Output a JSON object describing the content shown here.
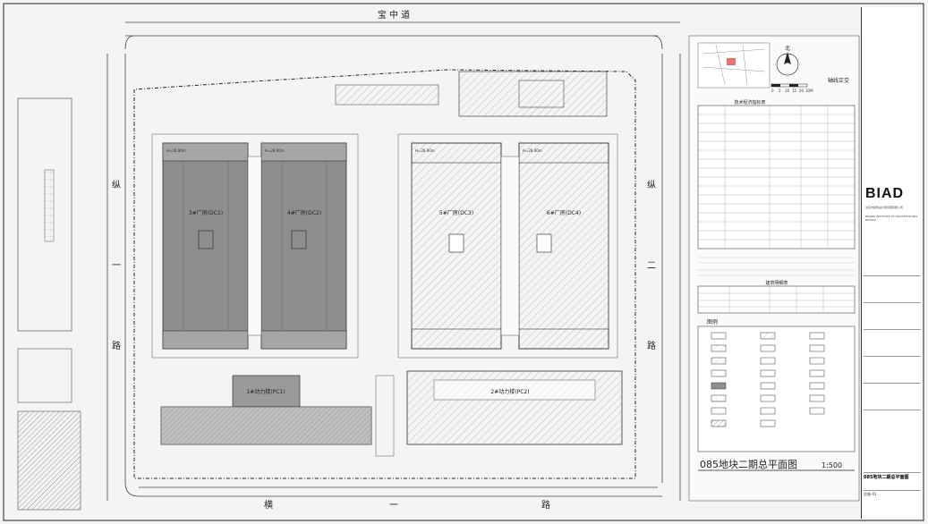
{
  "roads": {
    "north": "宝 中 道",
    "west": [
      "纵",
      "一",
      "路"
    ],
    "east": [
      "纵",
      "二",
      "路"
    ],
    "south": [
      "横",
      "一",
      "路"
    ]
  },
  "buildings": {
    "b3": "3#厂房(DC1)",
    "b4": "4#厂房(DC2)",
    "b5": "5#厂房(DC3)",
    "b6": "6#厂房(DC4)",
    "p1": "1#动力楼(PC1)",
    "p2": "2#动力楼(PC2)"
  },
  "heights": {
    "h1": "H=28.90m",
    "h2": "H=28.90m",
    "h3": "H=28.90m",
    "h4": "H=28.90m"
  },
  "panel": {
    "compass": "北",
    "scale_ticks": [
      "0",
      "5",
      "10",
      "15",
      "20",
      "30M"
    ],
    "site_note": "轴线正交",
    "table_title": "技术经济指标表",
    "table2_title": "建筑明细表",
    "legend_title": "图例",
    "main_title": "085地块二期总平面图",
    "main_scale": "1:500"
  },
  "titleblock": {
    "logo": "BIAD",
    "firm_cn": "北京市建筑设计研究院有限公司",
    "firm_en": "BEIJING INSTITUTE OF ARCHITECTURAL DESIGN",
    "drawing_name": "085地块二期总平面图",
    "sheet_no": "总施-01"
  },
  "colors": {
    "paper": "#f4f4f2",
    "dark_building": "#8e8e8e",
    "hatch": "#9a9a9a",
    "line": "#333333"
  }
}
